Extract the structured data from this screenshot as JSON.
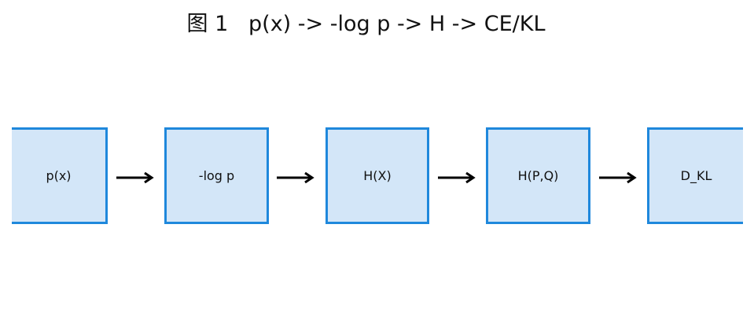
{
  "figure": {
    "title": "图 1   p(x) -> -log p -> H -> CE/KL"
  },
  "nodes": [
    {
      "label": "p(x)"
    },
    {
      "label": "-log p"
    },
    {
      "label": "H(X)"
    },
    {
      "label": "H(P,Q)"
    },
    {
      "label": "D_KL"
    }
  ],
  "colors": {
    "node_fill": "#d3e6f8",
    "node_border": "#1f88dc",
    "arrow": "#000000"
  }
}
